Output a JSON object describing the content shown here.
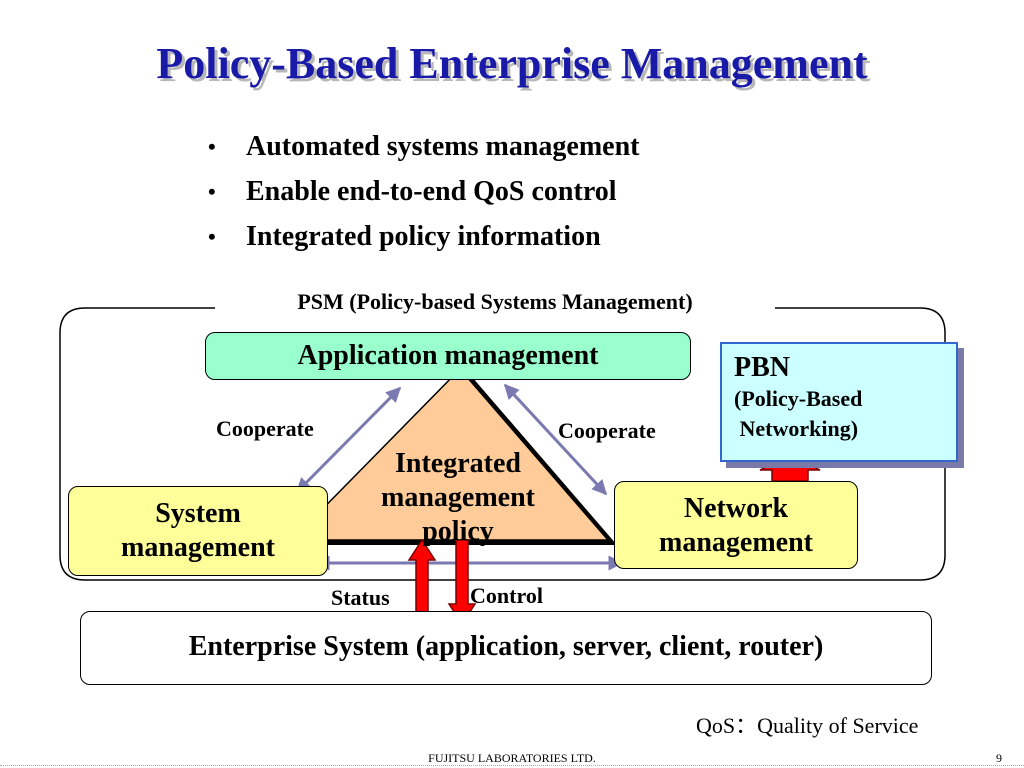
{
  "slide": {
    "title": "Policy-Based Enterprise Management",
    "bullets": [
      "Automated systems management",
      "Enable end-to-end QoS control",
      "Integrated policy information"
    ],
    "bullet_symbol": "•"
  },
  "diagram": {
    "psm_label": "PSM (Policy-based Systems Management)",
    "application_management": "Application management",
    "integrated_policy": [
      "Integrated",
      "management",
      "policy"
    ],
    "system_management": [
      "System",
      "management"
    ],
    "network_management": [
      "Network",
      "management"
    ],
    "cooperate_left": "Cooperate",
    "cooperate_right": "Cooperate",
    "pbn_title": "PBN",
    "pbn_subtitle": "(Policy-Based\n Networking)",
    "status": "Status",
    "control": "Control",
    "enterprise_system": "Enterprise System (application, server, client, router)"
  },
  "footnote": "QoS：Quality of Service",
  "footer": {
    "company": "FUJITSU LABORATORIES LTD.",
    "page_number": "9"
  },
  "colors": {
    "title": "#1a1aa8",
    "application_box": "#99ffcc",
    "management_boxes": "#ffff99",
    "triangle": "#ffcc99",
    "pbn_box": "#ccffff",
    "arrows_red": "#ff0000",
    "arrows_cooperate": "#7a7ab0"
  }
}
